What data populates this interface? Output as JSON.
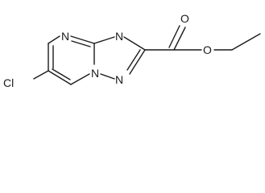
{
  "molecule": {
    "atoms": {
      "cl": "Cl",
      "n_pyr_top": "N",
      "n_tri_top": "N",
      "n_bridge": "N",
      "n_tri_bottom": "N",
      "o_carbonyl": "O",
      "o_ester": "O"
    }
  }
}
